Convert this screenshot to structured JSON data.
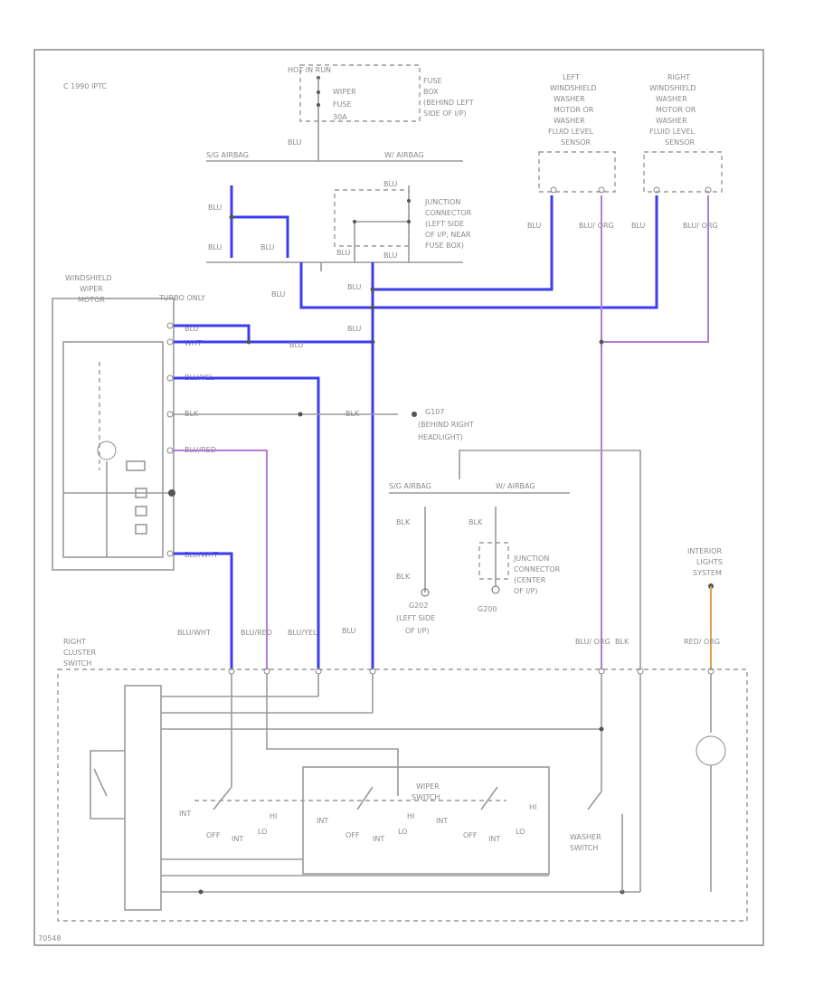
{
  "colors": {
    "wire": "#9a9a9a",
    "blue_wire": "#3c3cf0",
    "violet_wire": "#b57ad6",
    "orange_wire": "#e2a24a"
  },
  "header": {
    "model_note": "C 1990 IPTC"
  },
  "fuse_box": {
    "hot_label": "HOT IN RUN",
    "fuse_lines": [
      "WIPER",
      "FUSE",
      "30A"
    ],
    "location_lines": [
      "FUSE",
      "BOX",
      "(BEHIND LEFT",
      "SIDE OF I/P)"
    ]
  },
  "wire_blu": "BLU",
  "wire_blu_ora": "BLU/ ORG",
  "wire_blk": "BLK",
  "wire_blu_wht": "BLU/WHT",
  "wire_blu_yel": "BLU/YEL",
  "wire_blu_red": "BLU/RED",
  "wire_red_org": "RED/ ORG",
  "airbag_left": "S/G AIRBAG",
  "airbag_right": "W/ AIRBAG",
  "left_washer": [
    "LEFT",
    "WINDSHIELD",
    "WASHER",
    "MOTOR OR",
    "WASHER",
    "FLUID LEVEL",
    "SENSOR"
  ],
  "right_washer": [
    "RIGHT",
    "WINDSHIELD",
    "WASHER",
    "MOTOR OR",
    "WASHER",
    "FLUID LEVEL",
    "SENSOR"
  ],
  "sensor_label": "SENSOR",
  "junction_top": [
    "JUNCTION",
    "CONNECTOR",
    "(LEFT SIDE",
    "OF I/P, NEAR",
    "FUSE BOX)"
  ],
  "wiper_motor": [
    "WINDSHIELD",
    "WIPER",
    "MOTOR"
  ],
  "turbo_only": "TURBO ONLY",
  "motor_pins": [
    "BLU",
    "WHT",
    "BLU/YEL",
    "BLK",
    "BLU/RED",
    "BLU/WHT"
  ],
  "ground_g107": [
    "G107",
    "(BEHIND RIGHT",
    "HEADLIGHT)"
  ],
  "g202": [
    "G202",
    "(LEFT SIDE",
    "OF I/P)"
  ],
  "junction_center": [
    "JUNCTION",
    "CONNECTOR",
    "(CENTER",
    "OF I/P)"
  ],
  "g200": "G200",
  "interior_light": [
    "INTERIOR",
    "LIGHTS",
    "SYSTEM"
  ],
  "right_cluster": [
    "RIGHT",
    "CLUSTER",
    "SWITCH"
  ],
  "wiper_switch": [
    "WIPER",
    "SWITCH"
  ],
  "washer_switch": [
    "WASHER",
    "SWITCH"
  ],
  "switch_positions": {
    "int": "INT",
    "off": "OFF",
    "hi": "HI",
    "lo": "LO"
  },
  "footer_code": "70548"
}
